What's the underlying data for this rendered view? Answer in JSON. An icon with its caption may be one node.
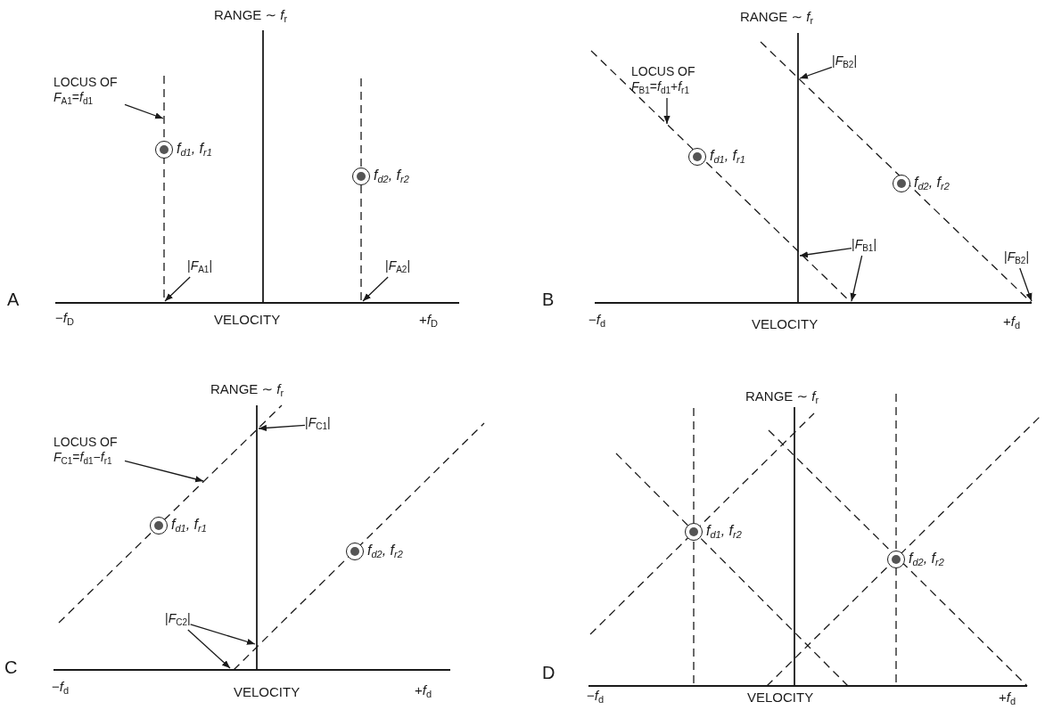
{
  "diagram": {
    "nodes": [
      {
        "text": [
          "LOCUS OF *F*$_{A1}$=*f*$_{d1}$"
        ]
      },
      {
        "text": [],
        "shape": "circle",
        "beside": [
          "f$_{d1}$, f$_{r1}$"
        ]
      },
      {
        "text": [],
        "shape": "circle",
        "beside": [
          "f$_{d2}$, f$_{r2}$"
        ]
      },
      {
        "text": [
          "|*F*$_{A1}$|"
        ]
      },
      {
        "text": [
          "|*F*$_{A2}$|"
        ]
      },
      {
        "text": [
          "|*F*$_{B2}$|"
        ]
      },
      {
        "text": [
          "LOCUS OF *F*$_{B1}$=*f*$_{d1}$+*f*$_{r1}$"
        ]
      },
      {
        "text": [],
        "shape": "circle",
        "beside": [
          "f$_{d1}$, f$_{r1}$"
        ]
      },
      {
        "text": [],
        "shape": "circle",
        "beside": [
          "f$_{d2}$, f$_{r2}$"
        ]
      },
      {
        "text": [
          "|*F*$_{B1}$|"
        ]
      },
      {
        "text": [
          "|*F*$_{B2}$|"
        ]
      },
      {
        "text": [
          "|*F*$_{C1}$|"
        ]
      },
      {
        "text": [
          "LOCUS OF *F*$_{C1}$=*f*$_{d1}$−*f*$_{r1}$"
        ]
      },
      {
        "text": [],
        "shape": "circle",
        "beside": [
          "f$_{d1}$, f$_{r1}$"
        ]
      },
      {
        "text": [],
        "shape": "circle",
        "beside": [
          "f$_{d2}$, f$_{r2}$"
        ]
      },
      {
        "text": [
          "|*F*$_{C2}$|"
        ]
      },
      {
        "text": [],
        "shape": "circle",
        "beside": [
          "f$_{d1}$, f$_{r2}$"
        ]
      },
      {
        "text": [],
        "shape": "circle",
        "beside": [
          "f$_{d2}$, f$_{r2}$"
        ]
      },
      {
        "text": [],
        "shape": "line"
      }
    ],
    "edges": [
      {
        "from": 0,
        "to": 18,
        "arrow": "to"
      },
      {
        "from": 3,
        "to": 18,
        "arrow": "to"
      },
      {
        "from": 4,
        "to": null,
        "arrow": "to"
      },
      {
        "from": 5,
        "to": null,
        "arrow": "to"
      },
      {
        "from": 6,
        "to": null,
        "arrow": "to"
      },
      {
        "from": 9,
        "to": null,
        "arrow": "to"
      },
      {
        "from": 9,
        "to": null,
        "arrow": "to"
      },
      {
        "from": 10,
        "to": null,
        "arrow": "to"
      },
      {
        "from": 11,
        "to": null,
        "arrow": "to"
      },
      {
        "from": 12,
        "to": null,
        "arrow": "to"
      },
      {
        "from": 15,
        "to": null,
        "arrow": "to"
      },
      {
        "from": 15,
        "to": null,
        "arrow": "to"
      }
    ],
    "labels": [
      "RANGE ∼ *f*$_{r}$",
      "A",
      "−*f*$_{D}$",
      "VELOCITY",
      "+*f*$_{D}$",
      "RANGE ∼ *f*$_{r}$",
      "B",
      "−*f*$_{d}$",
      "VELOCITY",
      "+*f*$_{d}$",
      "RANGE ∼ *f*$_{r}$",
      "C",
      "−*f*$_{d}$",
      "VELOCITY",
      "+*f*$_{d}$",
      "RANGE ∼ *f*$_{r}$",
      "D",
      "−*f*$_{d}$",
      "VELOCITY",
      "+*f*$_{d}$"
    ]
  }
}
